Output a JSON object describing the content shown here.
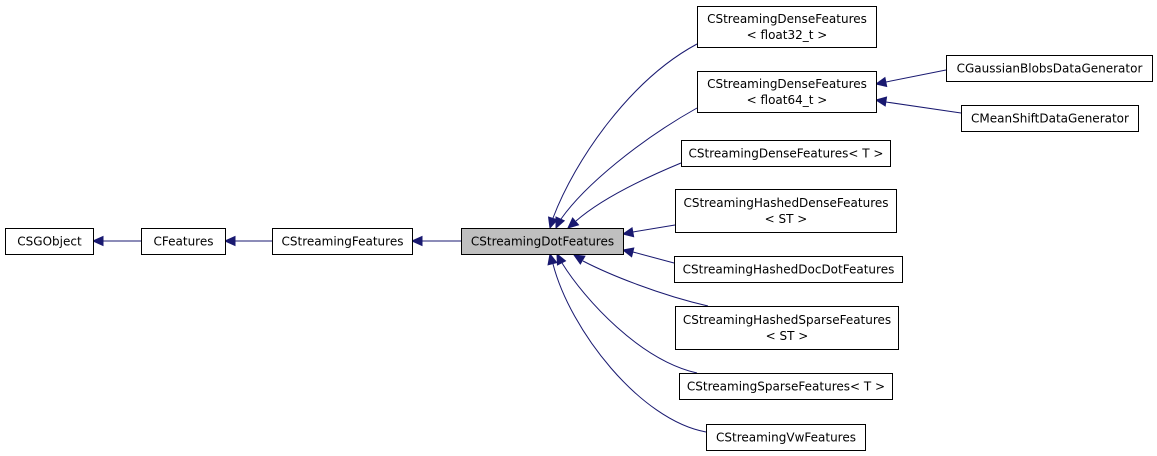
{
  "diagram": {
    "nodes": [
      {
        "id": "csgobject",
        "lines": [
          "CSGObject"
        ]
      },
      {
        "id": "cfeatures",
        "lines": [
          "CFeatures"
        ]
      },
      {
        "id": "cstreamingfeatures",
        "lines": [
          "CStreamingFeatures"
        ]
      },
      {
        "id": "cstreamingdotfeatures",
        "lines": [
          "CStreamingDotFeatures"
        ],
        "current": true
      },
      {
        "id": "dense_f32",
        "lines": [
          "CStreamingDenseFeatures",
          "< float32_t >"
        ]
      },
      {
        "id": "dense_f64",
        "lines": [
          "CStreamingDenseFeatures",
          "< float64_t >"
        ]
      },
      {
        "id": "dense_t",
        "lines": [
          "CStreamingDenseFeatures< T >"
        ]
      },
      {
        "id": "hashed_dense",
        "lines": [
          "CStreamingHashedDenseFeatures",
          "< ST >"
        ]
      },
      {
        "id": "hashed_docdot",
        "lines": [
          "CStreamingHashedDocDotFeatures"
        ]
      },
      {
        "id": "hashed_sparse",
        "lines": [
          "CStreamingHashedSparseFeatures",
          "< ST >"
        ]
      },
      {
        "id": "sparse_t",
        "lines": [
          "CStreamingSparseFeatures< T >"
        ]
      },
      {
        "id": "vw",
        "lines": [
          "CStreamingVwFeatures"
        ]
      },
      {
        "id": "gaussian",
        "lines": [
          "CGaussianBlobsDataGenerator"
        ]
      },
      {
        "id": "meanshift",
        "lines": [
          "CMeanShiftDataGenerator"
        ]
      }
    ],
    "edges": [
      {
        "from": "cfeatures",
        "to": "csgobject"
      },
      {
        "from": "cstreamingfeatures",
        "to": "cfeatures"
      },
      {
        "from": "cstreamingdotfeatures",
        "to": "cstreamingfeatures"
      },
      {
        "from": "dense_f32",
        "to": "cstreamingdotfeatures"
      },
      {
        "from": "dense_f64",
        "to": "cstreamingdotfeatures"
      },
      {
        "from": "dense_t",
        "to": "cstreamingdotfeatures"
      },
      {
        "from": "hashed_dense",
        "to": "cstreamingdotfeatures"
      },
      {
        "from": "hashed_docdot",
        "to": "cstreamingdotfeatures"
      },
      {
        "from": "hashed_sparse",
        "to": "cstreamingdotfeatures"
      },
      {
        "from": "sparse_t",
        "to": "cstreamingdotfeatures"
      },
      {
        "from": "vw",
        "to": "cstreamingdotfeatures"
      },
      {
        "from": "gaussian",
        "to": "dense_f64"
      },
      {
        "from": "meanshift",
        "to": "dense_f64"
      }
    ],
    "colors": {
      "edge": "#191970",
      "current_fill": "#bfbfbf",
      "box_fill": "#ffffff",
      "box_stroke": "#000000"
    }
  }
}
